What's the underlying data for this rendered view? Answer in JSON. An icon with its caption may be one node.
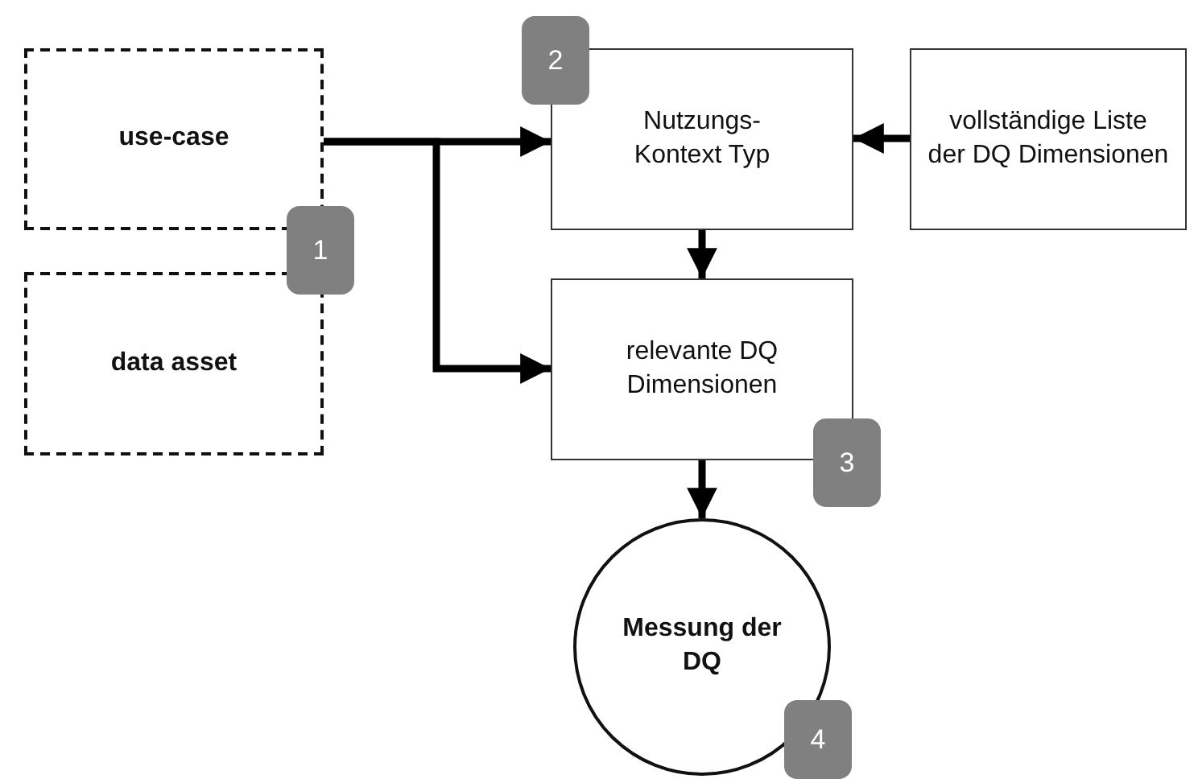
{
  "diagram": {
    "nodes": [
      {
        "text": [
          "use-case"
        ]
      },
      {
        "text": [
          "data asset"
        ]
      },
      {
        "text": [
          "Nutzungs- Kontext Typ"
        ]
      },
      {
        "text": [
          "vollständige Liste der DQ Dimensionen"
        ]
      },
      {
        "text": [
          "relevante DQ Dimensionen"
        ]
      },
      {
        "text": [
          "Messung der DQ"
        ]
      }
    ],
    "edges": [
      {
        "from": 0,
        "to": 2,
        "arrow": "to"
      },
      {
        "from": 0,
        "to": 4,
        "arrow": "to"
      },
      {
        "from": 3,
        "to": 2,
        "arrow": "to"
      },
      {
        "from": 2,
        "to": 4,
        "arrow": "to"
      },
      {
        "from": 4,
        "to": 5,
        "arrow": "to"
      }
    ],
    "labels": [
      "2",
      "1",
      "3",
      "4"
    ]
  }
}
